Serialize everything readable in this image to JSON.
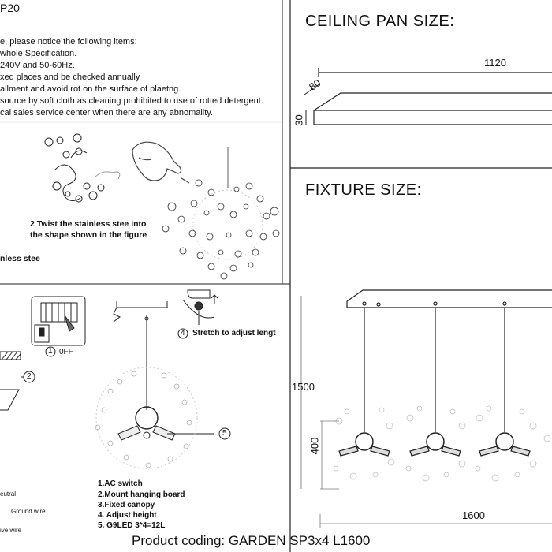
{
  "top_left": {
    "title_fragment": "P20",
    "notes": [
      "e, please notice the following items:",
      "whole Specification.",
      "240V and 50-60Hz.",
      "xed places and be checked annually",
      "allment and avoid rot on the surface of plaetng.",
      "source by soft cloth as cleaning prohibited to use of rotted detergent.",
      "cal sales service center when there are any abnomality."
    ]
  },
  "steps": {
    "step2_line1": "2 Twist the stainless stee  into",
    "step2_line2": "the shape shown in the figure",
    "step_left_fragment": "nless stee"
  },
  "install": {
    "switch_off_label": "1",
    "switch_off_text": "0FF",
    "marker2": "2",
    "step4_num": "4",
    "step4_text": "Stretch to adjust lengt",
    "marker5": "5",
    "legend": [
      "1.AC switch",
      "2.Mount hanging board",
      "3.Fixed canopy",
      "4. Adjust height",
      "5. G9LED   3*4=12L"
    ],
    "wire_labels": [
      "eutral",
      "Ground wire",
      "ive wire"
    ]
  },
  "ceiling_pan": {
    "title": "CEILING PAN SIZE:",
    "length": "1120",
    "width": "80",
    "height": "30"
  },
  "fixture": {
    "title": "FIXTURE SIZE:",
    "total_height": "1500",
    "fixture_height": "400",
    "length": "1600"
  },
  "product_coding": "Product coding: GARDEN SP3x4 L1600"
}
